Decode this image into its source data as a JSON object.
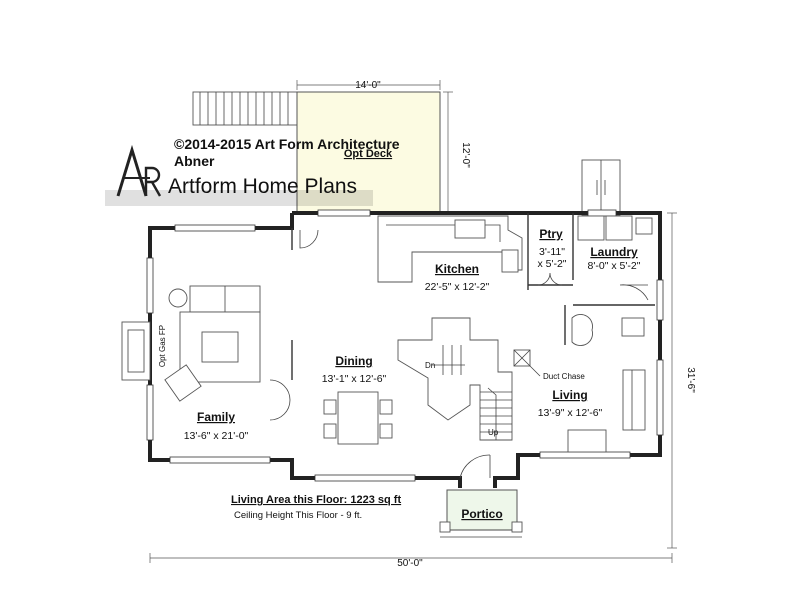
{
  "copyright": "©2014-2015 Art Form Architecture",
  "plan_name": "Abner",
  "brand": {
    "logo_letters": "AR",
    "name": "Artform Home Plans"
  },
  "dimensions": {
    "deck_width": "14'-0\"",
    "deck_depth": "12'-0\"",
    "overall_depth": "31'-6\"",
    "overall_width": "50'-0\""
  },
  "rooms": {
    "deck": {
      "name": "Opt Deck"
    },
    "pantry": {
      "name": "Ptry",
      "size": "3'-11\"",
      "size2": "x 5'-2\""
    },
    "laundry": {
      "name": "Laundry",
      "size": "8'-0\" x 5'-2\""
    },
    "kitchen": {
      "name": "Kitchen",
      "size": "22'-5\" x 12'-2\""
    },
    "dining": {
      "name": "Dining",
      "size": "13'-1\" x 12'-6\""
    },
    "family": {
      "name": "Family",
      "size": "13'-6\" x 21'-0\""
    },
    "living": {
      "name": "Living",
      "size": "13'-9\" x 12'-6\""
    },
    "portico": {
      "name": "Portico"
    }
  },
  "labels": {
    "fireplace": "Opt Gas FP",
    "duct_chase": "Duct Chase",
    "stair_down": "Dn",
    "stair_up": "Up"
  },
  "living_area": "Living Area this Floor: 1223 sq ft",
  "ceiling_height": "Ceiling Height This Floor - 9 ft.",
  "colors": {
    "deck_fill": "#fcfbe2",
    "portico_fill": "#eef7ea",
    "wall": "#222222"
  }
}
